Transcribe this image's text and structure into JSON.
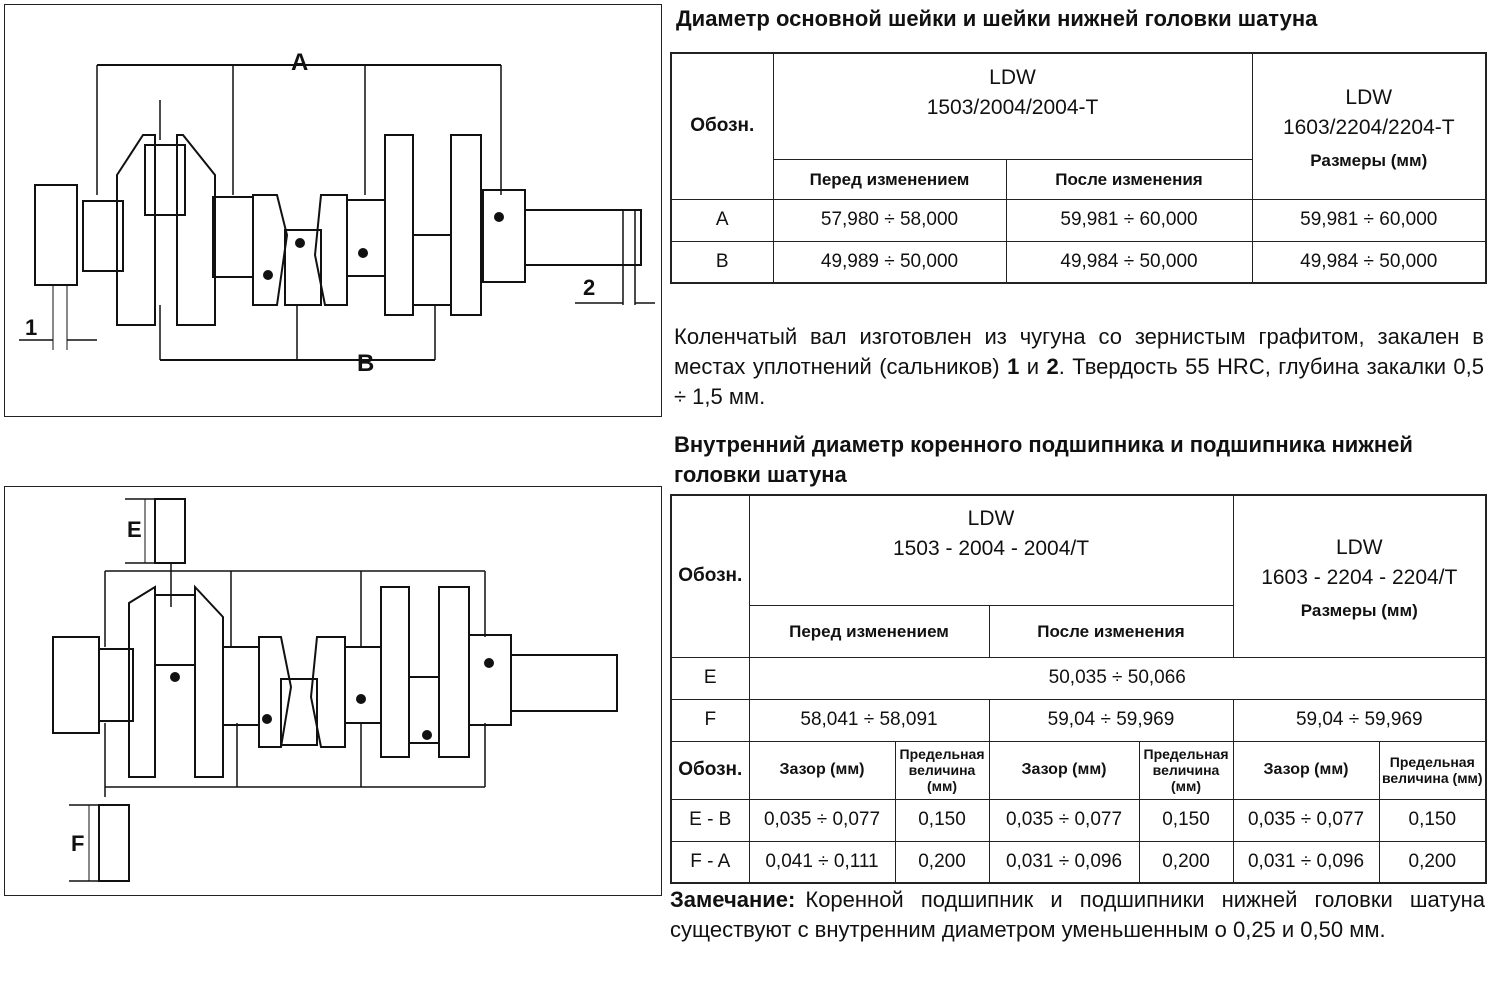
{
  "figure1": {
    "labels": {
      "a": "A",
      "b": "B",
      "one": "1",
      "two": "2"
    }
  },
  "figure2": {
    "labels": {
      "e": "E",
      "f": "F"
    }
  },
  "section1": {
    "heading": "Диаметр основной шейки и шейки нижней головки шатуна",
    "table": {
      "col_code": "Обозн.",
      "group1_line1": "LDW",
      "group1_line2": "1503/2004/2004-T",
      "group2_line1": "LDW",
      "group2_line2": "1603/2204/2204-T",
      "sub_before": "Перед изменением",
      "sub_after": "После изменения",
      "sub_sizes": "Размеры (мм)",
      "rows": [
        {
          "code": "A",
          "before": "57,980 ÷ 58,000",
          "after": "59,981 ÷ 60,000",
          "sizes": "59,981 ÷ 60,000"
        },
        {
          "code": "B",
          "before": "49,989 ÷ 50,000",
          "after": "49,984 ÷ 50,000",
          "sizes": "49,984 ÷ 50,000"
        }
      ]
    },
    "paragraph": {
      "part1": "Коленчатый вал изготовлен из чугуна со зернистым графитом, закален в местах уплотнений (сальников) ",
      "n1": "1",
      "and": " и ",
      "n2": "2",
      "part2": ". Твердость 55 HRC, глубина закалки 0,5 ÷ 1,5 мм."
    }
  },
  "section2": {
    "heading": "Внутренний диаметр коренного подшипника и подшипника нижней головки шатуна",
    "table": {
      "col_code": "Обозн.",
      "group1_line1": "LDW",
      "group1_line2": "1503 - 2004 - 2004/T",
      "group2_line1": "LDW",
      "group2_line2": "1603 - 2204 - 2204/T",
      "sub_before": "Перед изменением",
      "sub_after": "После изменения",
      "sub_sizes": "Размеры (мм)",
      "row_e": {
        "code": "E",
        "value": "50,035 ÷ 50,066"
      },
      "row_f": {
        "code": "F",
        "before": "58,041 ÷ 58,091",
        "after": "59,04 ÷ 59,969",
        "sizes": "59,04 ÷ 59,969"
      },
      "clearance_header": {
        "code": "Обозн.",
        "gap": "Зазор (мм)",
        "limit": "Предельная величина (мм)"
      },
      "clearance_rows": [
        {
          "code": "E - B",
          "v": [
            "0,035 ÷ 0,077",
            "0,150",
            "0,035 ÷ 0,077",
            "0,150",
            "0,035 ÷ 0,077",
            "0,150"
          ]
        },
        {
          "code": "F - A",
          "v": [
            "0,041 ÷ 0,111",
            "0,200",
            "0,031 ÷ 0,096",
            "0,200",
            "0,031 ÷ 0,096",
            "0,200"
          ]
        }
      ]
    },
    "note": {
      "label": "Замечание:",
      "text": "Коренной подшипник и подшипники нижней головки шатуна существуют с внутренним диаметром уменьшенным о 0,25 и 0,50 мм."
    }
  }
}
